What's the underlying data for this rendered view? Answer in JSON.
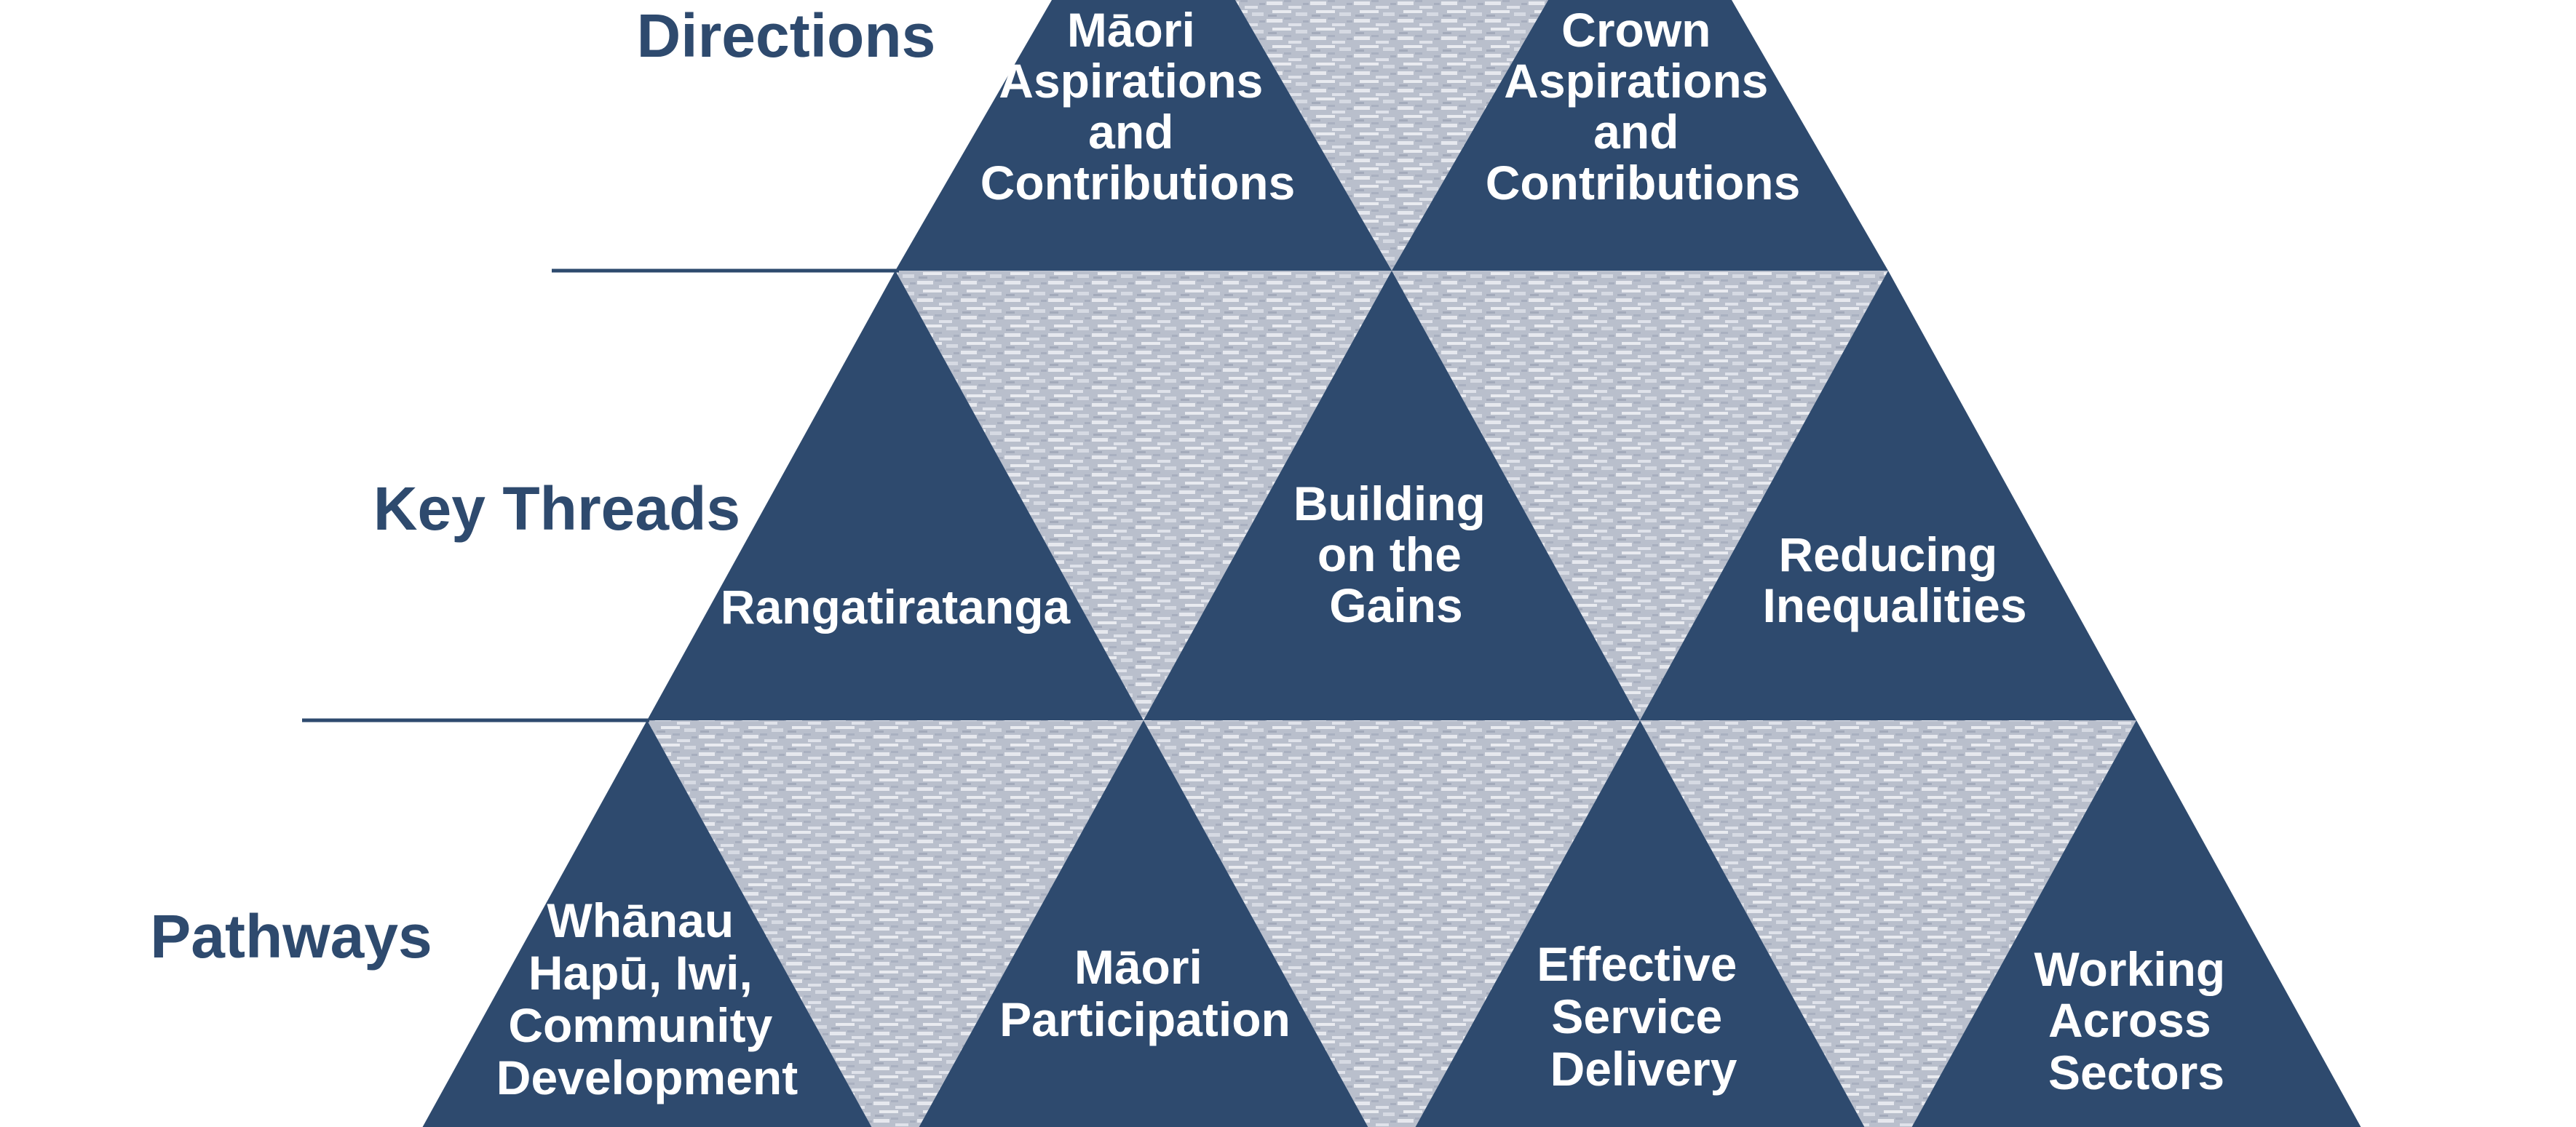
{
  "colors": {
    "triangle_fill": "#2e4a6e",
    "texture_base": "#b9bfcc",
    "texture_light": "#e6e8ee",
    "label_color": "#2e4a6e",
    "divider_line": "#2e4a6e"
  },
  "levels": {
    "directions": "Directions",
    "key_threads": "Key Threads",
    "pathways": "Pathways"
  },
  "directions": [
    {
      "lines": [
        "Māori",
        "Aspirations",
        "and",
        "Contributions"
      ]
    },
    {
      "lines": [
        "Crown",
        "Aspirations",
        "and",
        "Contributions"
      ]
    }
  ],
  "key_threads": [
    {
      "lines": [
        "Rangatiratanga"
      ]
    },
    {
      "lines": [
        "Building",
        "on the",
        "Gains"
      ]
    },
    {
      "lines": [
        "Reducing",
        "Inequalities"
      ]
    }
  ],
  "pathways": [
    {
      "lines": [
        "Whānau",
        "Hapū,  Iwi,",
        "Community",
        "Development"
      ]
    },
    {
      "lines": [
        "Māori",
        "Participation"
      ]
    },
    {
      "lines": [
        "Effective",
        "Service",
        "Delivery"
      ]
    },
    {
      "lines": [
        "Working",
        "Across",
        "Sectors"
      ]
    }
  ]
}
